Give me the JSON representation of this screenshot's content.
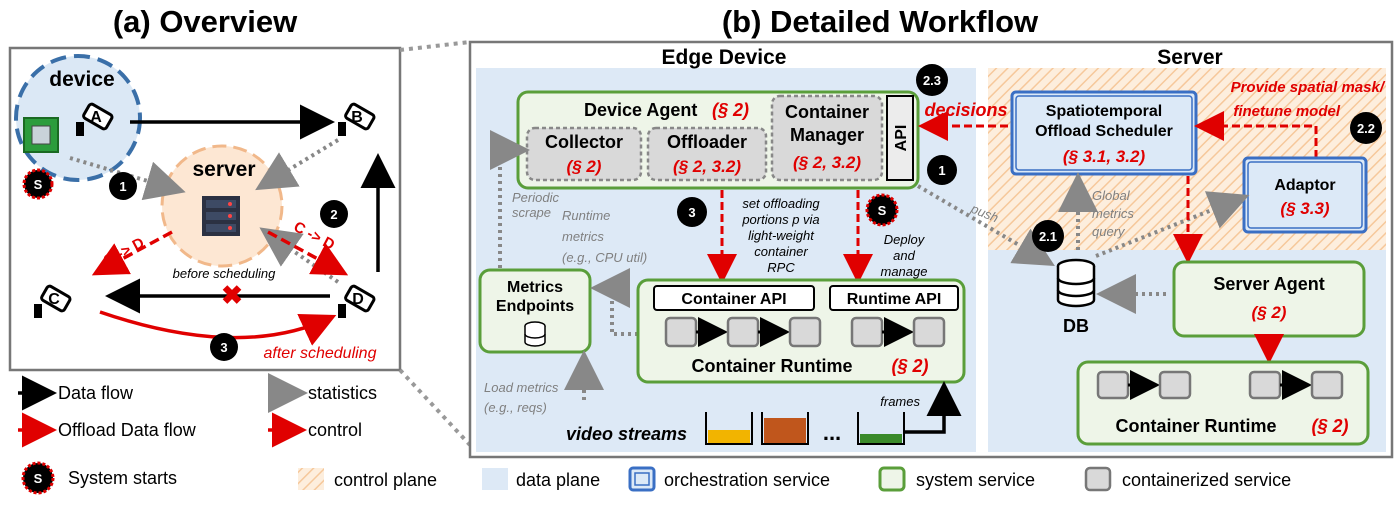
{
  "titles": {
    "overview": "(a) Overview",
    "workflow": "(b) Detailed Workflow"
  },
  "overview": {
    "device": "device",
    "server": "server",
    "nodes": {
      "a": "A",
      "b": "B",
      "c": "C",
      "d": "D"
    },
    "edge_labels": {
      "c_to_d_left": "C -> D",
      "c_to_d_right": "C -> D"
    },
    "before": "before scheduling",
    "after": "after scheduling",
    "steps": {
      "s1": "1",
      "s2": "2",
      "s3": "3"
    },
    "start": "S"
  },
  "legend_left": {
    "data_flow": "Data flow",
    "statistics": "statistics",
    "offload": "Offload Data flow",
    "control": "control",
    "system_starts": "System starts"
  },
  "edge": {
    "title": "Edge Device",
    "agent_title": "Device Agent",
    "agent_ref": "(§ 2)",
    "collector": "Collector",
    "collector_ref": "(§ 2)",
    "offloader": "Offloader",
    "offloader_ref": "(§ 2, 3.2)",
    "cm_line1": "Container",
    "cm_line2": "Manager",
    "cm_ref": "(§ 2, 3.2)",
    "api": "API",
    "periodic": [
      "Periodic",
      "scrape"
    ],
    "runtime_metrics": [
      "Runtime",
      "metrics",
      "(e.g., CPU util)"
    ],
    "set_offloading": [
      "set offloading",
      "portions p via",
      "light-weight",
      "container",
      "RPC"
    ],
    "deploy": [
      "Deploy",
      "and",
      "manage"
    ],
    "metrics_endpoints": [
      "Metrics",
      "Endpoints"
    ],
    "container_api": "Container API",
    "runtime_api": "Runtime API",
    "container_runtime": "Container Runtime",
    "cr_ref": "(§ 2)",
    "load_metrics": [
      "Load metrics",
      "(e.g., reqs)"
    ],
    "video_streams": "video streams",
    "frames": "frames",
    "ellipsis": "...",
    "push": "push",
    "decisions": "decisions"
  },
  "server": {
    "title": "Server",
    "sched_line1": "Spatiotemporal",
    "sched_line2": "Offload Scheduler",
    "sched_ref": "(§ 3.1, 3.2)",
    "provide": [
      "Provide spatial mask/",
      "finetune model"
    ],
    "adaptor": "Adaptor",
    "adaptor_ref": "(§ 3.3)",
    "global": [
      "Global",
      "metrics",
      "query"
    ],
    "db": "DB",
    "agent": "Server Agent",
    "agent_ref": "(§ 2)",
    "runtime": "Container Runtime",
    "runtime_ref": "(§ 2)"
  },
  "steps": {
    "s1": "1",
    "s21": "2.1",
    "s22": "2.2",
    "s23": "2.3",
    "s3": "3",
    "start": "S"
  },
  "legend_bottom": {
    "control_plane": "control plane",
    "data_plane": "data plane",
    "orchestration": "orchestration service",
    "system": "system service",
    "containerized": "containerized service"
  },
  "colors": {
    "red": "#e00000",
    "green_border": "#5a9e3a",
    "green_fill": "#eef5e8",
    "blue_border": "#3a6fc4",
    "blue_fill": "#dce9f7",
    "data_plane": "#dde9f6",
    "control_plane": "#fde6cf"
  }
}
